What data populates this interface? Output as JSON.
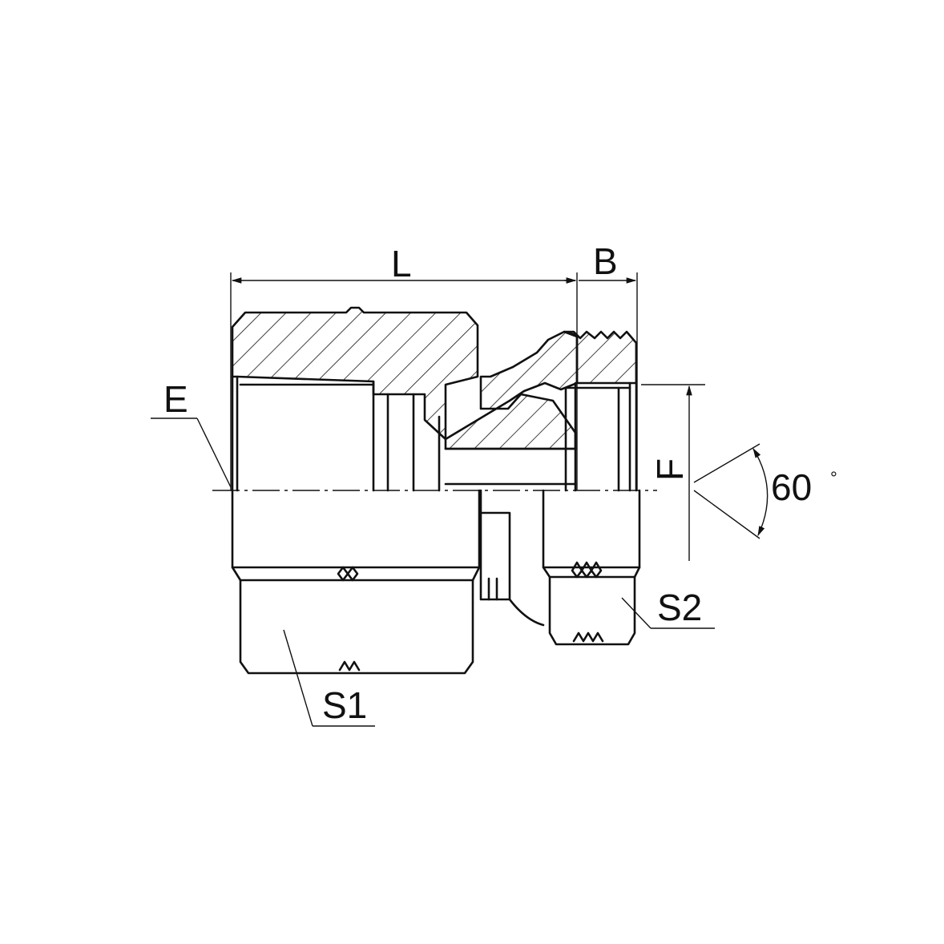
{
  "diagram": {
    "labels": {
      "length": "L",
      "width": "B",
      "thread": "E",
      "bore": "F",
      "angle": "60",
      "degree": "°",
      "hex1": "S1",
      "hex2": "S2"
    }
  }
}
